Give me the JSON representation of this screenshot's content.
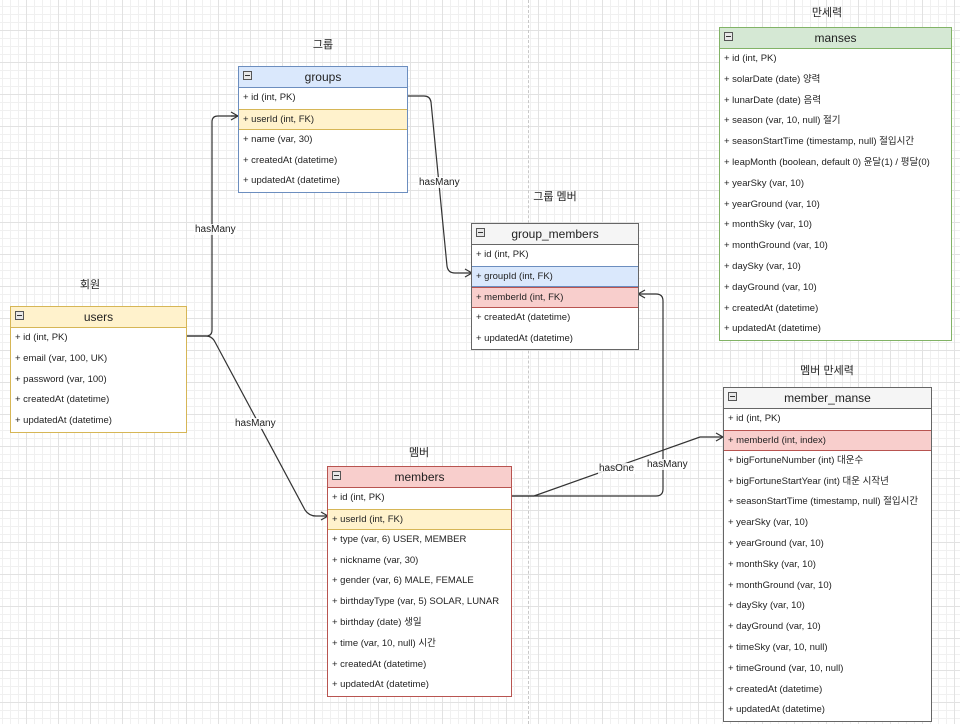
{
  "titles": {
    "groups": "그룹",
    "users": "회원",
    "group_members": "그룹 멤버",
    "manses": "만세력",
    "members": "멤버",
    "member_manse": "멤버 만세력"
  },
  "tables": {
    "groups": {
      "name": "groups",
      "fields": [
        "+ id (int, PK)",
        "+ userId (int, FK)",
        "+ name (var, 30)",
        "+ createdAt  (datetime)",
        "+ updatedAt  (datetime)"
      ]
    },
    "users": {
      "name": "users",
      "fields": [
        "+ id (int, PK)",
        "+ email  (var, 100, UK)",
        "+ password  (var, 100)",
        "+ createdAt  (datetime)",
        "+ updatedAt  (datetime)"
      ]
    },
    "group_members": {
      "name": "group_members",
      "fields": [
        "+ id (int, PK)",
        "+ groupId (int, FK)",
        "+ memberId (int, FK)",
        "+ createdAt  (datetime)",
        "+ updatedAt  (datetime)"
      ]
    },
    "manses": {
      "name": "manses",
      "fields": [
        "+ id (int, PK)",
        "+ solarDate (date)  양력",
        "+ lunarDate (date)  음력",
        "+ season (var, 10, null)  절기",
        "+ seasonStartTime (timestamp, null)   절입시간",
        "+ leapMonth (boolean, default 0)  윤달(1) / 평달(0)",
        "+ yearSky (var, 10)",
        "+ yearGround (var, 10)",
        "+ monthSky (var, 10)",
        "+ monthGround (var, 10)",
        "+ daySky (var, 10)",
        "+ dayGround  (var, 10)",
        "+ createdAt   (datetime)",
        "+ updatedAt   (datetime)"
      ]
    },
    "members": {
      "name": "members",
      "fields": [
        "+ id (int, PK)",
        "+ userId (int, FK)",
        "+ type (var, 6)   USER, MEMBER",
        "+ nickname (var, 30)",
        "+ gender (var, 6) MALE, FEMALE",
        "+ birthdayType (var, 5) SOLAR, LUNAR",
        "+ birthday (date)  생일",
        "+ time (var, 10, null) 시간",
        "+ createdAt  (datetime)",
        "+ updatedAt  (datetime)"
      ]
    },
    "member_manse": {
      "name": "member_manse",
      "fields": [
        "+ id (int, PK)",
        "+ memberId (int, index)",
        "+ bigFortuneNumber (int) 대운수",
        "+ bigFortuneStartYear  (int) 대운 시작년",
        "+ seasonStartTime (timestamp, null)   절입시간",
        "+ yearSky (var, 10)",
        "+ yearGround  (var, 10)",
        "+ monthSky (var, 10)",
        "+ monthGround (var, 10)",
        "+ daySky (var, 10)",
        "+ dayGround  (var, 10)",
        "+ timeSky (var, 10, null)",
        "+ timeGround  (var, 10, null)",
        "+ createdAt  (datetime)",
        "+ updatedAt  (datetime)"
      ]
    }
  },
  "edges": {
    "users_groups": "hasMany",
    "groups_group_members": "hasMany",
    "users_members": "hasMany",
    "members_member_manse": "hasOne",
    "members_group_members": "hasMany"
  }
}
